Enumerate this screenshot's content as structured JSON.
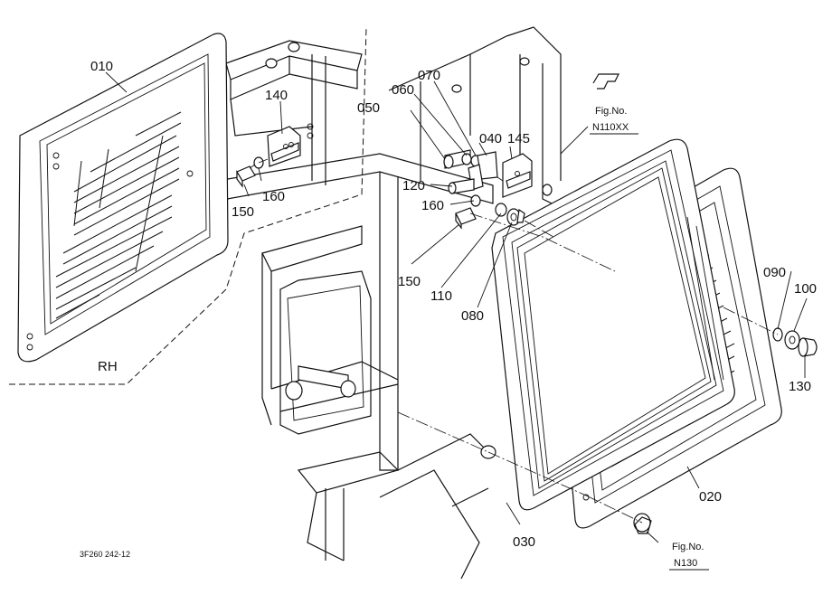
{
  "parts": [
    {
      "id": "p010",
      "label": "010"
    },
    {
      "id": "p020",
      "label": "020"
    },
    {
      "id": "p030",
      "label": "030"
    },
    {
      "id": "p040",
      "label": "040"
    },
    {
      "id": "p050",
      "label": "050"
    },
    {
      "id": "p060",
      "label": "060"
    },
    {
      "id": "p070",
      "label": "070"
    },
    {
      "id": "p080",
      "label": "080"
    },
    {
      "id": "p090",
      "label": "090"
    },
    {
      "id": "p100",
      "label": "100"
    },
    {
      "id": "p110",
      "label": "110"
    },
    {
      "id": "p120",
      "label": "120"
    },
    {
      "id": "p130",
      "label": "130"
    },
    {
      "id": "p140",
      "label": "140"
    },
    {
      "id": "p145",
      "label": "145"
    },
    {
      "id": "p150a",
      "label": "150"
    },
    {
      "id": "p150b",
      "label": "150"
    },
    {
      "id": "p160a",
      "label": "160"
    },
    {
      "id": "p160b",
      "label": "160"
    }
  ],
  "side_label": "RH",
  "fig_refs": [
    {
      "caption": "Fig.No.",
      "number": "N110XX"
    },
    {
      "caption": "Fig.No.",
      "number": "N130"
    }
  ],
  "drawing_code": "3F260 242-12"
}
